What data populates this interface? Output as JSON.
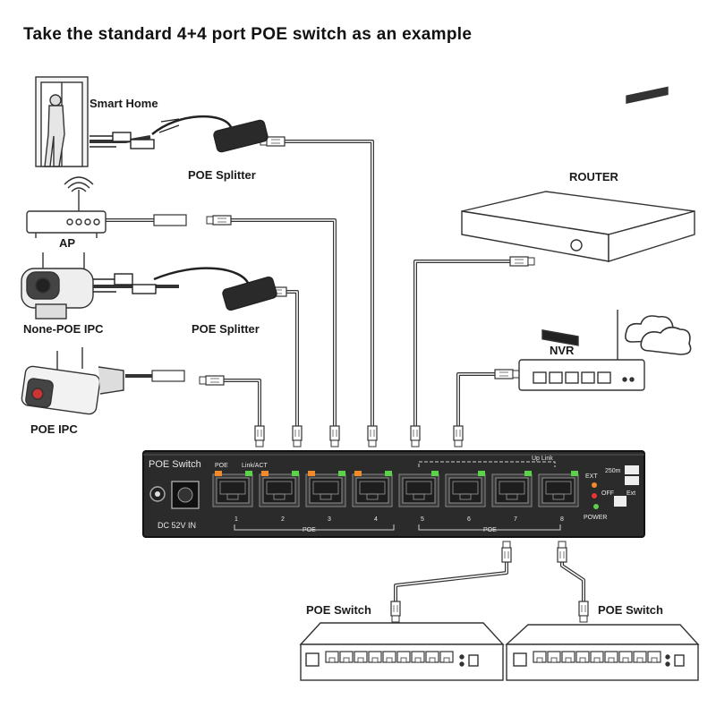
{
  "title": "Take the standard 4+4 port POE switch as an example",
  "labels": {
    "smart_home": "Smart Home",
    "poe_splitter_top": "POE Splitter",
    "ap": "AP",
    "none_poe_ipc": "None-POE IPC",
    "poe_splitter_mid": "POE Splitter",
    "poe_ipc": "POE IPC",
    "router": "ROUTER",
    "nvr": "NVR",
    "poe_switch_left": "POE Switch",
    "poe_switch_right": "POE Switch"
  },
  "switch_panel": {
    "name": "POE Switch",
    "poe_label": "POE",
    "link_act_label": "Link/ACT",
    "uplink_label": "Up Link",
    "dc_in": "DC 52V IN",
    "ext_label": "EXT",
    "range_label": "250m",
    "off_label": "OFF",
    "ext2_label": "Ext",
    "power_label": "POWER",
    "poe_group_left": "POE",
    "poe_group_right": "POE",
    "port_numbers": [
      "1",
      "2",
      "3",
      "4",
      "5",
      "6",
      "7",
      "8"
    ]
  },
  "colors": {
    "led_green": "#5bd24a",
    "led_orange": "#f08a2a",
    "panel_dark": "#2b2b2b"
  }
}
